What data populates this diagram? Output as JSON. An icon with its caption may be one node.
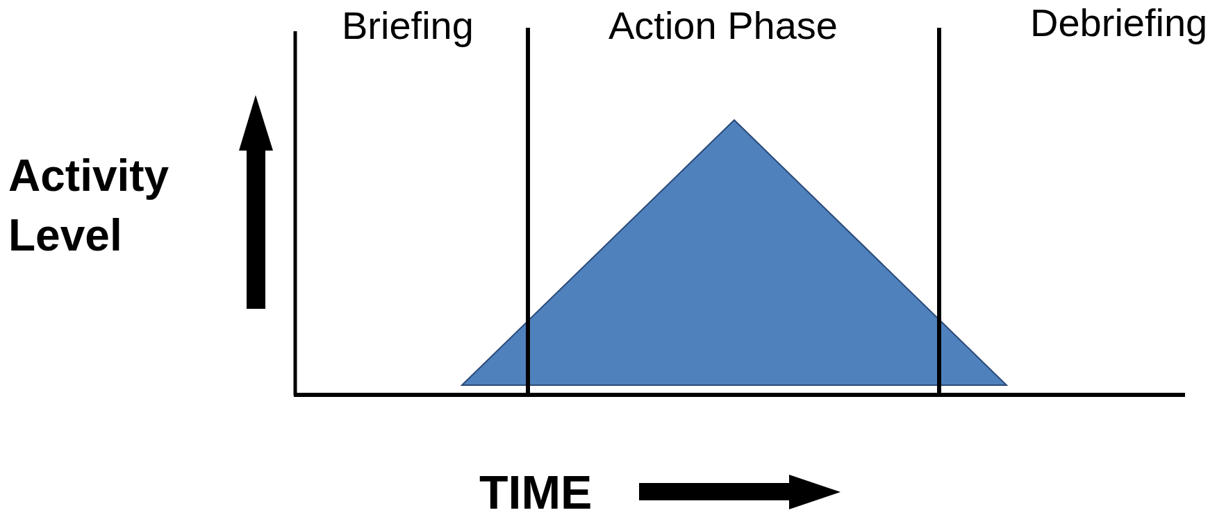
{
  "diagram": {
    "nodes": [
      {
        "text": [],
        "shape": "triangle"
      }
    ],
    "labels": [
      "Briefing",
      "Action Phase",
      "Debriefing",
      "Activity Level",
      "TIME"
    ]
  }
}
